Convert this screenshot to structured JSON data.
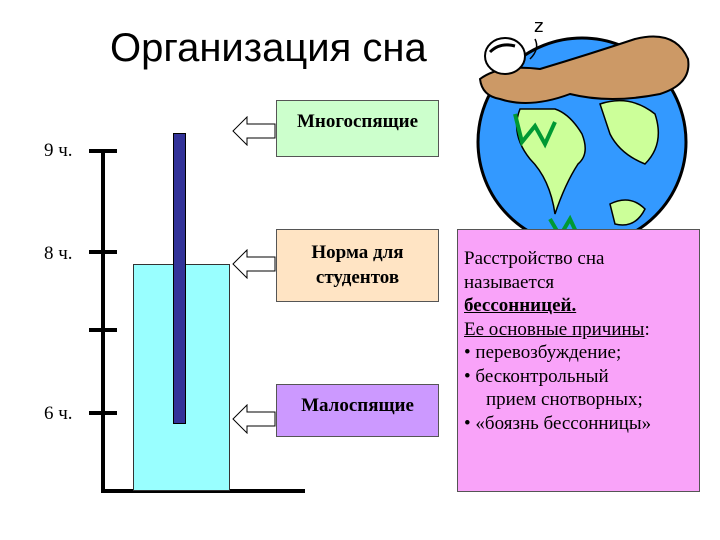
{
  "title": "Организация сна",
  "scale": {
    "labels": [
      "9 ч.",
      "8 ч.",
      "6 ч."
    ]
  },
  "boxes": {
    "many": {
      "label": "Многоспящие",
      "color": "#ccffcc"
    },
    "norm": {
      "line1": "Норма для",
      "line2": "студентов",
      "color": "#ffe4c4"
    },
    "few": {
      "label": "Малоспящие",
      "color": "#cc99ff"
    }
  },
  "bars": {
    "norm_color": "#99ffff",
    "long_color": "#333399"
  },
  "info": {
    "color": "#f9a3f9",
    "line1": "Расстройство сна",
    "line2": "называется",
    "line3": "бессонницей.",
    "line4_a": "Ее основные причины",
    "line4_b": ":",
    "item1": "• перевозбуждение;",
    "item2": "• бесконтрольный",
    "item2_cont": "прием снотворных;",
    "item3": "• «боязнь бессонницы»"
  },
  "illustration": {
    "icon": "sleeping-man-on-globe"
  }
}
